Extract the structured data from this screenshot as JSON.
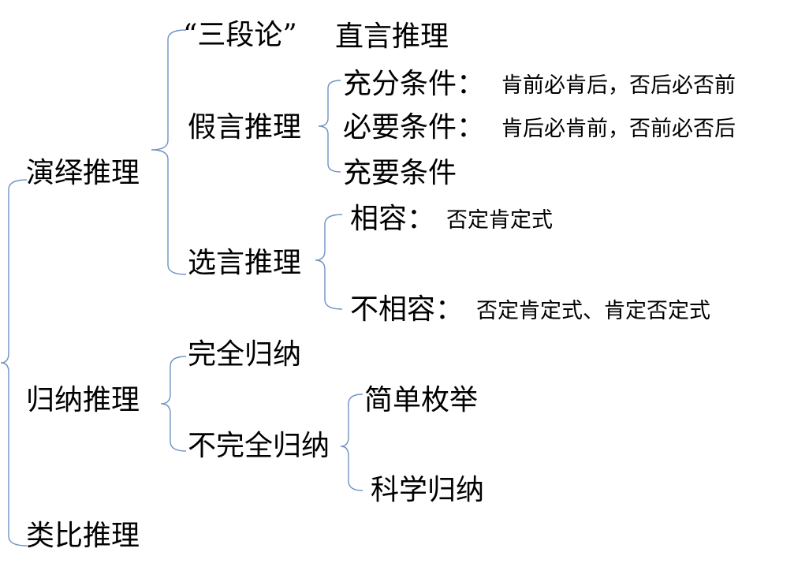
{
  "bracket_color": "#6f93c4",
  "tree": {
    "deductive": "演绎推理",
    "syllogism": {
      "label": "“三段论”",
      "sub": "直言推理"
    },
    "hypothetical": {
      "label": "假言推理",
      "sufficient": {
        "label": "充分条件",
        "colon": "：",
        "rule": "肯前必肯后，否后必否前"
      },
      "necessary": {
        "label": "必要条件",
        "colon": "：",
        "rule": "肯后必肯前，否前必否后"
      },
      "both": {
        "label": "充要条件"
      }
    },
    "disjunctive": {
      "label": "选言推理",
      "compatible": {
        "label": "相容",
        "colon": "：",
        "rule": "否定肯定式"
      },
      "incompatible": {
        "label": "不相容",
        "colon": "：",
        "rule": "否定肯定式、肯定否定式"
      }
    },
    "inductive": "归纳推理",
    "complete": "完全归纳",
    "incomplete": {
      "label": "不完全归纳",
      "simple": "简单枚举",
      "scientific": "科学归纳"
    },
    "analogical": "类比推理"
  }
}
